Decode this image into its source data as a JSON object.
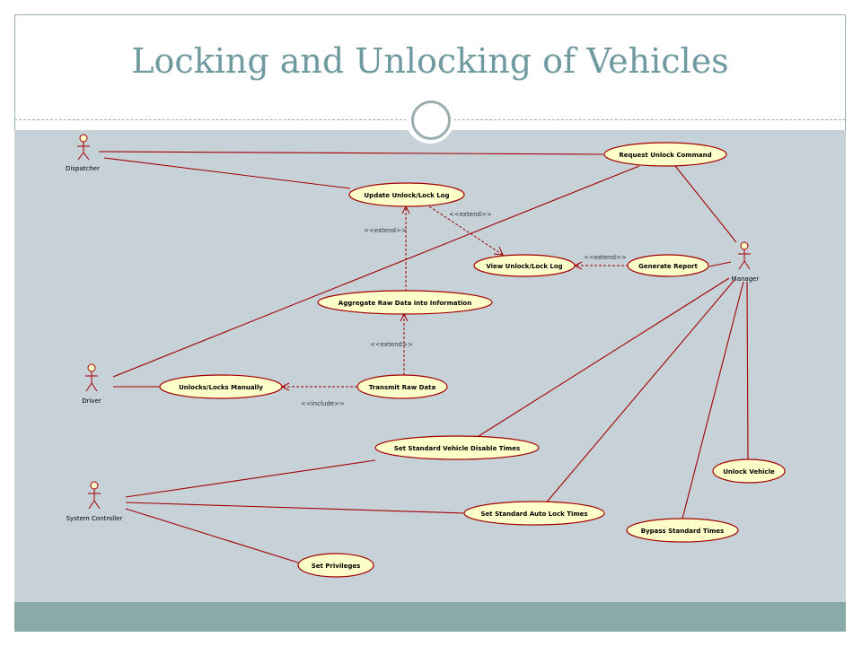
{
  "slide": {
    "title": "Locking and Unlocking of Vehicles"
  },
  "actors": {
    "dispatcher": "Dispatcher",
    "driver": "Driver",
    "system_controller": "System Controller",
    "manager": "Manager"
  },
  "use_cases": {
    "request_unlock_command": "Request Unlock Command",
    "update_unlock_lock_log": "Update Unlock/Lock Log",
    "view_unlock_lock_log": "View Unlock/Lock Log",
    "generate_report": "Generate Report",
    "aggregate_raw_data": "Aggregate Raw Data into Information",
    "unlocks_locks_manually": "Unlocks/Locks Manually",
    "transmit_raw_data": "Transmit Raw Data",
    "set_standard_vehicle_disable_times": "Set Standard Vehicle Disable Times",
    "unlock_vehicle": "Unlock Vehicle",
    "set_standard_auto_lock_times": "Set Standard Auto Lock Times",
    "bypass_standard_times": "Bypass Standard Times",
    "set_privileges": "Set Privileges"
  },
  "stereotypes": {
    "extend_view_log": "<<extend>>",
    "extend_aggregate": "<<extend>>",
    "extend_report": "<<extend>>",
    "extend_transmit": "<<extend>>",
    "include_manual": "<<include>>"
  }
}
